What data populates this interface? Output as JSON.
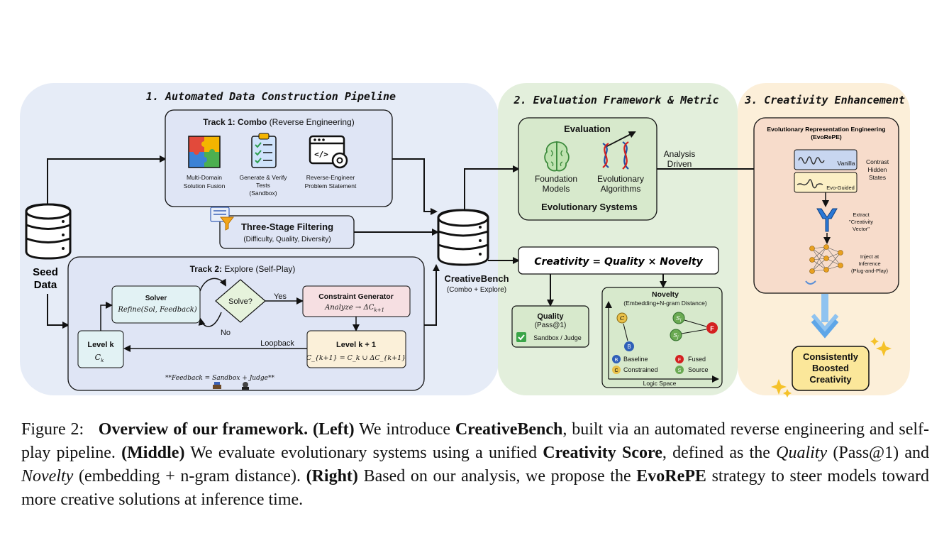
{
  "sections": {
    "s1": "1. Automated Data Construction Pipeline",
    "s2": "2. Evaluation Framework & Metric",
    "s3": "3. Creativity Enhancement"
  },
  "seed": {
    "line1": "Seed",
    "line2": "Data"
  },
  "track1": {
    "title_bold": "Track 1: Combo",
    "title_rest": "(Reverse Engineering)",
    "items": [
      {
        "icon": "puzzle-icon",
        "l1": "Multi-Domain",
        "l2": "Solution Fusion",
        "l3": ""
      },
      {
        "icon": "checklist-icon",
        "l1": "Generate & Verify",
        "l2": "Tests",
        "l3": "(Sandbox)"
      },
      {
        "icon": "code-gear-icon",
        "l1": "Reverse-Engineer",
        "l2": "Problem Statement",
        "l3": ""
      }
    ]
  },
  "filtering": {
    "title": "Three-Stage Filtering",
    "subtitle": "(Difficulty, Quality, Diversity)"
  },
  "track2": {
    "title_bold": "Track 2:",
    "title_rest": "Explore (Self-Play)",
    "solver_title": "Solver",
    "solver_formula": "Refine(Sol, Feedback)",
    "decision": "Solve?",
    "yes": "Yes",
    "no": "No",
    "constraint_title": "Constraint Generator",
    "constraint_formula": "Analyze → ΔC",
    "constraint_sub": "k+1",
    "level_k_title": "Level k",
    "level_k_formula": "C",
    "level_k_sub": "k",
    "level_k1_title": "Level k + 1",
    "level_k1_formula": "C_{k+1} = C_k ∪ ΔC_{k+1}",
    "loopback": "Loopback",
    "feedback": "**Feedback = Sandbox + Judge**"
  },
  "bench": {
    "title": "CreativeBench",
    "subtitle": "(Combo + Explore)"
  },
  "evaluation": {
    "title": "Evaluation",
    "fm1": "Foundation",
    "fm2": "Models",
    "ea1": "Evolutionary",
    "ea2": "Algorithms",
    "footer": "Evolutionary Systems",
    "analysis1": "Analysis",
    "analysis2": "Driven"
  },
  "formula": "Creativity = Quality × Novelty",
  "quality": {
    "title": "Quality",
    "sub": "(Pass@1)",
    "check": "Sandbox / Judge"
  },
  "novelty": {
    "title": "Novelty",
    "sub": "(Embedding+N-gram Distance)",
    "axis": "Logic Space",
    "legend": [
      {
        "key": "B",
        "label": "Baseline",
        "color": "#2f5fb8"
      },
      {
        "key": "C",
        "label": "Constrained",
        "color": "#d8a72a"
      },
      {
        "key": "F",
        "label": "Fused",
        "color": "#d42020"
      },
      {
        "key": "S",
        "label": "Source",
        "color": "#4e9a3a"
      }
    ]
  },
  "evorepe": {
    "title1": "Evolutionary Representation Engineering",
    "title2": "(EvoRePE)",
    "vanilla": "Vanilla",
    "evo": "Evo-Guided",
    "contrast1": "Contrast",
    "contrast2": "Hidden",
    "contrast3": "States",
    "extract1": "Extract",
    "extract2": "\"Creativity",
    "extract3": "Vector\"",
    "inject1": "Inject at",
    "inject2": "Inference",
    "inject3": "(Plug-and-Play)"
  },
  "result": {
    "l1": "Consistently",
    "l2": "Boosted",
    "l3": "Creativity"
  },
  "colors": {
    "section1_bg": "#e6ecf7",
    "section2_bg": "#e3efdc",
    "section3_bg": "#fcefd9",
    "track_bg": "#dfe5f5",
    "solver_bg": "#e2f2f4",
    "constraint_bg": "#f6dfe2",
    "level_bg": "#fbf0d9"
  },
  "caption": {
    "label": "Figure 2:",
    "title": "Overview of our framework.",
    "left_tag": "(Left)",
    "t1": "We introduce",
    "bench": "CreativeBench",
    "t2": ", built via an automated reverse engineering and self-play pipeline.",
    "middle_tag": "(Middle)",
    "t3": "We evaluate evolutionary systems using a unified",
    "score": "Creativity Score",
    "t4": ", defined as the",
    "quality": "Quality",
    "t5": "(Pass@1) and",
    "novelty": "Novelty",
    "t6": "(embedding + n-gram distance).",
    "right_tag": "(Right)",
    "t7": "Based on our analysis, we propose the",
    "evorepe": "EvoRePE",
    "t8": "strategy to steer models toward more creative solutions at inference time."
  }
}
